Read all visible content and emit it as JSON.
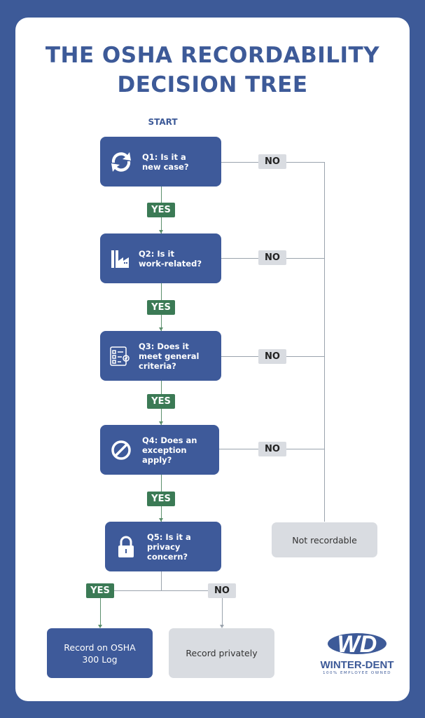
{
  "title_line1": "THE OSHA RECORDABILITY",
  "title_line2": "DECISION TREE",
  "start": "START",
  "questions": [
    {
      "line1": "Q1: Is it a",
      "line2": "new case?",
      "line3": "",
      "icon": "refresh-icon"
    },
    {
      "line1": "Q2: Is it",
      "line2": "work-related?",
      "line3": "",
      "icon": "factory-icon"
    },
    {
      "line1": "Q3: Does it",
      "line2": "meet general",
      "line3": "criteria?",
      "icon": "checklist-icon"
    },
    {
      "line1": "Q4: Does an",
      "line2": "exception",
      "line3": "apply?",
      "icon": "prohibited-icon"
    },
    {
      "line1": "Q5: Is it a",
      "line2": "privacy",
      "line3": "concern?",
      "icon": "lock-icon"
    }
  ],
  "yes": "YES",
  "no": "NO",
  "results": {
    "not_recordable": "Not recordable",
    "record_log_1": "Record on OSHA",
    "record_log_2": "300 Log",
    "record_private": "Record privately"
  },
  "logo": {
    "name": "WINTER-DENT",
    "tagline": "100% EMPLOYEE OWNED",
    "mark": "WD"
  },
  "colors": {
    "primary": "#3d5a98",
    "yes": "#3b7a55",
    "no": "#d9dce1"
  }
}
